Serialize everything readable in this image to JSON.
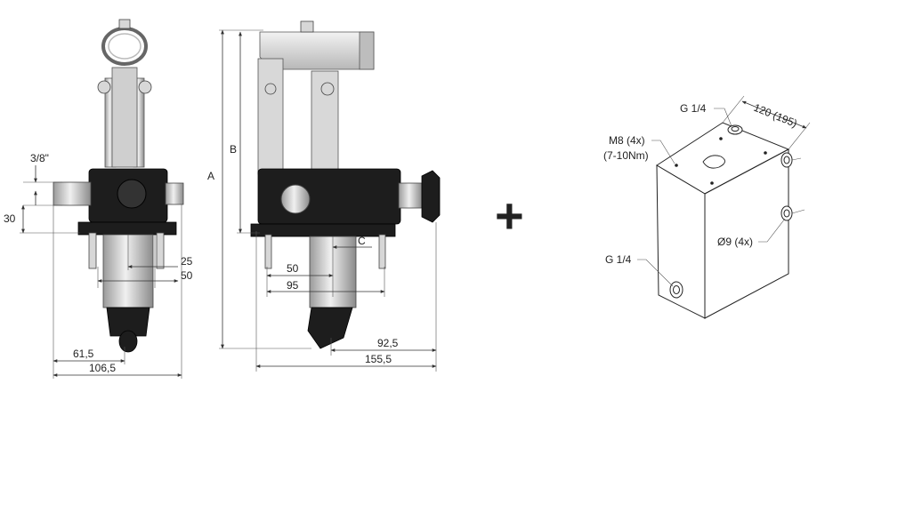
{
  "front_view": {
    "port_label": "3/8\"",
    "dim_30": "30",
    "dim_25": "25",
    "dim_50": "50",
    "dim_61_5": "61,5",
    "dim_106_5": "106,5"
  },
  "side_view": {
    "dim_a": "A",
    "dim_b": "B",
    "dim_c": "C",
    "dim_50": "50",
    "dim_95": "95",
    "dim_92_5": "92,5",
    "dim_155_5": "155,5"
  },
  "plus_sign": "+",
  "tank_view": {
    "g14_top": "G 1/4",
    "dim_120": "120 (195)",
    "m8_label": "M8 (4x)",
    "torque_label": "(7-10Nm)",
    "d9_label": "Ø9 (4x)",
    "g14_bottom": "G 1/4"
  }
}
